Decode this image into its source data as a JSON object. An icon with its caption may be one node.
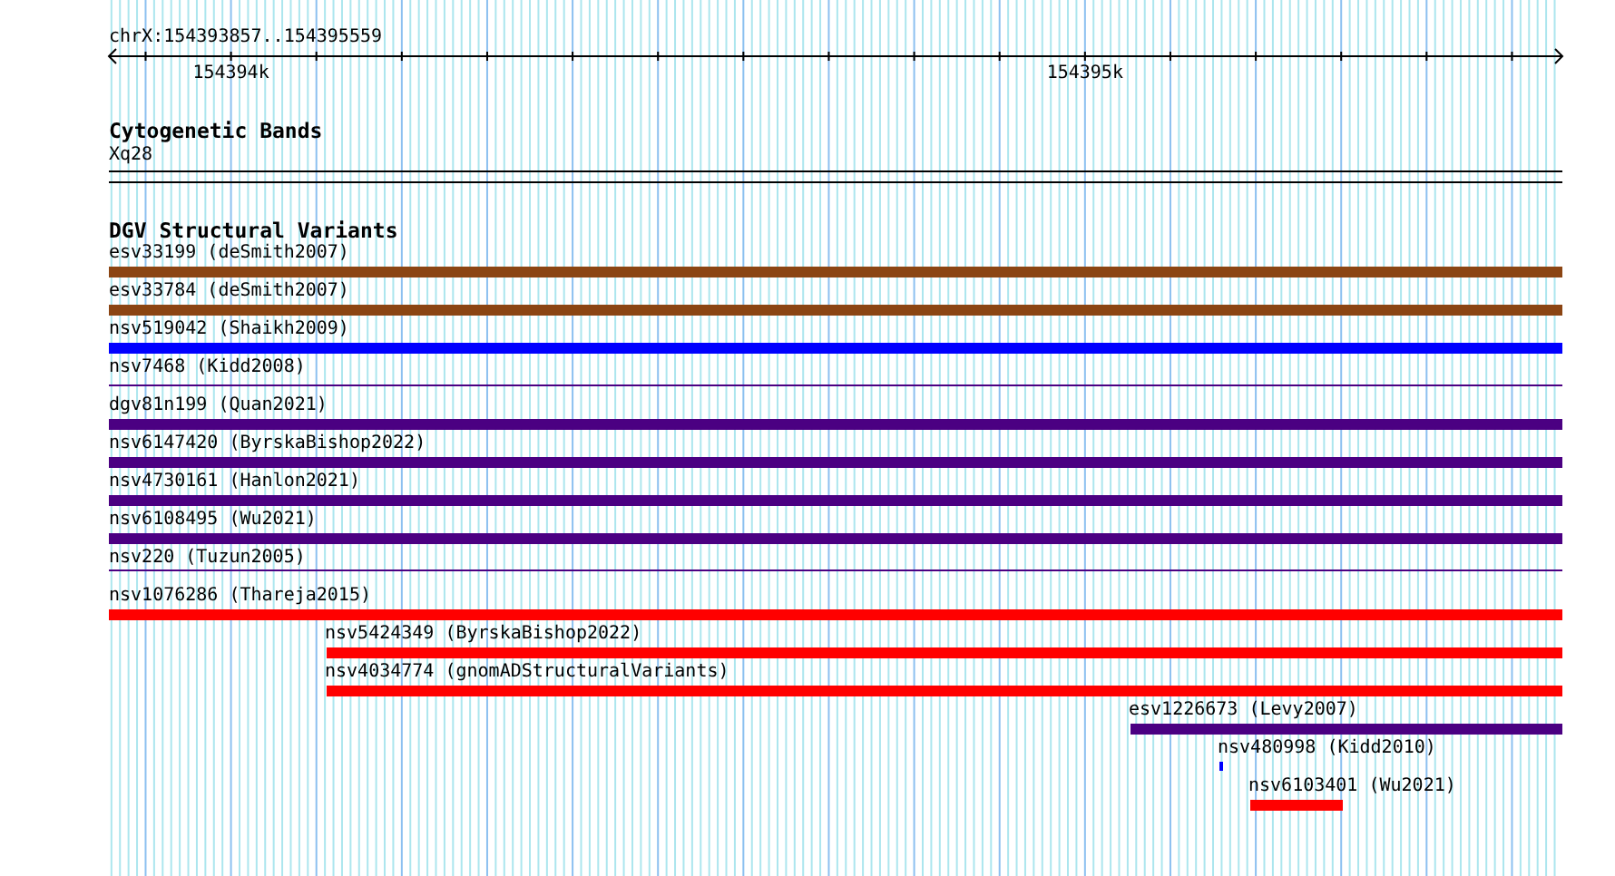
{
  "diagram": {
    "nodes": [
      {
        "text": [],
        "shape": "box",
        "beside": [
          "Xq28"
        ]
      },
      {
        "text": [],
        "shape": "bar",
        "beside": [
          "esv33199 (deSmith2007)"
        ]
      },
      {
        "text": [],
        "shape": "bar",
        "beside": [
          "esv33784 (deSmith2007)"
        ]
      },
      {
        "text": [],
        "shape": "bar",
        "beside": [
          "nsv519042 (Shaikh2009)"
        ]
      },
      {
        "text": [],
        "shape": "bar",
        "beside": [
          "nsv7468 (Kidd2008)"
        ]
      },
      {
        "text": [],
        "shape": "bar",
        "beside": [
          "dgv81n199 (Quan2021)"
        ]
      },
      {
        "text": [],
        "shape": "bar",
        "beside": [
          "nsv6147420 (ByrskaBishop2022)"
        ]
      },
      {
        "text": [],
        "shape": "bar",
        "beside": [
          "nsv4730161 (Hanlon2021)"
        ]
      },
      {
        "text": [],
        "shape": "bar",
        "beside": [
          "nsv6108495 (Wu2021)"
        ]
      },
      {
        "text": [],
        "shape": "bar",
        "beside": [
          "nsv220 (Tuzun2005)"
        ]
      },
      {
        "text": [],
        "shape": "bar",
        "beside": [
          "nsv1076286 (Thareja2015)"
        ]
      },
      {
        "text": [],
        "shape": "bar",
        "beside": [
          "nsv5424349 (ByrskaBishop2022)"
        ]
      },
      {
        "text": [],
        "shape": "bar",
        "beside": [
          "nsv4034774 (gnomADStructuralVariants)"
        ]
      },
      {
        "text": [],
        "shape": "bar",
        "beside": [
          "esv1226673 (Levy2007)"
        ]
      },
      {
        "text": [],
        "shape": "bar",
        "beside": [
          "nsv480998 (Kidd2010)"
        ]
      },
      {
        "text": [],
        "shape": "bar",
        "beside": [
          "nsv6103401 (Wu2021)"
        ]
      }
    ],
    "labels": [
      "chrX:154393857..154395559",
      "154394k",
      "154395k",
      "Cytogenetic Bands",
      "DGV Structural Variants"
    ]
  }
}
